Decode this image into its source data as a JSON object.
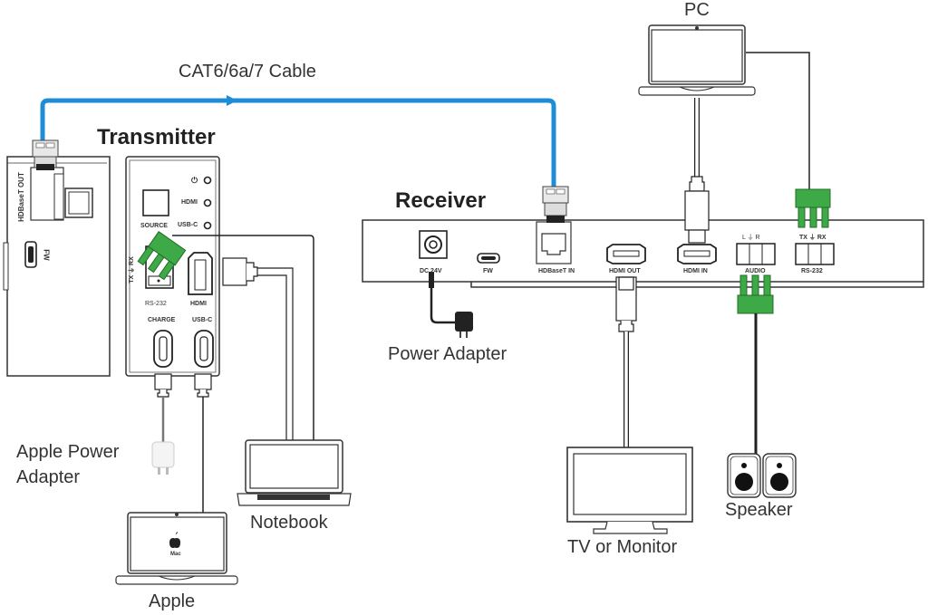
{
  "diagram": {
    "cable_label": "CAT6/6a/7 Cable",
    "colors": {
      "cable": "#1f8dd6",
      "terminal_green": "#3daa47",
      "line": "#222222"
    },
    "transmitter": {
      "title": "Transmitter",
      "side_panel": {
        "hdbaset_out": "HDBaseT OUT",
        "fw": "FW"
      },
      "front_panel": {
        "led_power": "⏻",
        "led_hdmi": "HDMI",
        "led_usbc": "USB-C",
        "source_button": "SOURCE",
        "rs232_pins": "TX ⏚ RX",
        "rs232": "RS-232",
        "hdmi": "HDMI",
        "charge": "CHARGE",
        "usbc": "USB-C"
      }
    },
    "receiver": {
      "title": "Receiver",
      "ports": {
        "dc": "DC 24V",
        "fw": "FW",
        "hdbaset_in": "HDBaseT IN",
        "hdmi_out": "HDMI OUT",
        "hdmi_in": "HDMI IN",
        "audio_pins": "L ⏚ R",
        "audio": "AUDIO",
        "rs232_pins": "TX ⏚ RX",
        "rs232": "RS-232"
      }
    },
    "devices": {
      "pc": "PC",
      "power_adapter": "Power Adapter",
      "apple_power_adapter_line1": "Apple Power",
      "apple_power_adapter_line2": "Adapter",
      "notebook": "Notebook",
      "apple": "Apple",
      "apple_screen": "Mac",
      "tv": "TV or Monitor",
      "speaker": "Speaker"
    }
  }
}
